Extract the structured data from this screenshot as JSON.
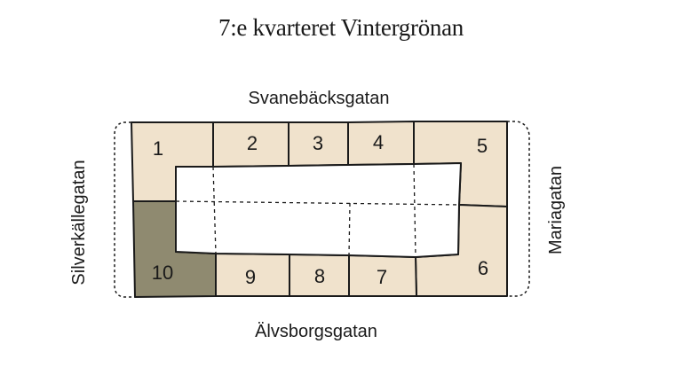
{
  "title": "7:e kvarteret Vintergrönan",
  "streets": {
    "north": "Svanebäcksgatan",
    "south": "Älvsborgsgatan",
    "west": "Silverkällegatan",
    "east": "Mariagatan"
  },
  "lots": [
    {
      "number": "1",
      "highlighted": false
    },
    {
      "number": "2",
      "highlighted": false
    },
    {
      "number": "3",
      "highlighted": false
    },
    {
      "number": "4",
      "highlighted": false
    },
    {
      "number": "5",
      "highlighted": false
    },
    {
      "number": "6",
      "highlighted": false
    },
    {
      "number": "7",
      "highlighted": false
    },
    {
      "number": "8",
      "highlighted": false
    },
    {
      "number": "9",
      "highlighted": false
    },
    {
      "number": "10",
      "highlighted": true
    }
  ],
  "colors": {
    "lot_fill": "#f0e2cc",
    "highlight_fill": "#8f8a70",
    "outline": "#1a1a1a",
    "courtyard": "#ffffff"
  }
}
